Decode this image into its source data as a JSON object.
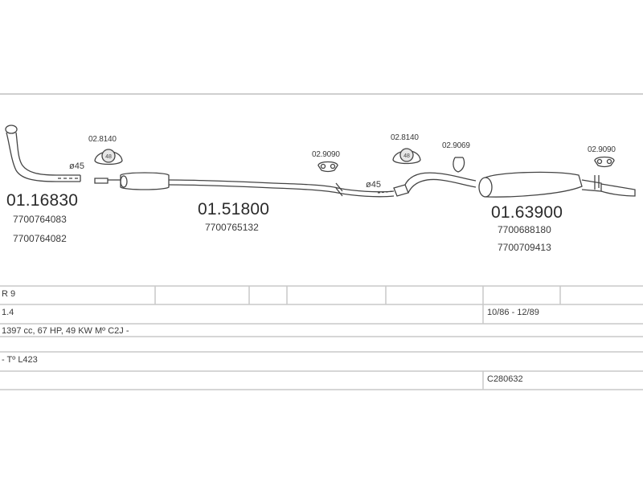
{
  "parts": {
    "front_pipe": {
      "number": "01.16830",
      "refs": [
        "7700764083",
        "7700764082"
      ]
    },
    "mid_pipe": {
      "number": "01.51800",
      "refs": [
        "7700765132"
      ]
    },
    "rear_silencer": {
      "number": "01.63900",
      "refs": [
        "7700688180",
        "7700709413"
      ]
    }
  },
  "fittings": {
    "clamp_front": "02.8140",
    "clamp_rear": "02.8140",
    "hanger_mid": "02.9090",
    "hanger_rear_1": "02.9069",
    "hanger_rear_2": "02.9090"
  },
  "diameters": {
    "front": "ø45",
    "mid": "ø45"
  },
  "info_table": {
    "model": "R 9",
    "engine_size": "1.4",
    "years": "10/86 - 12/89",
    "engine_details": "1397 cc, 67 HP, 49 KW Mº C2J -",
    "variant": "- Tº L423",
    "code": "C280632"
  }
}
